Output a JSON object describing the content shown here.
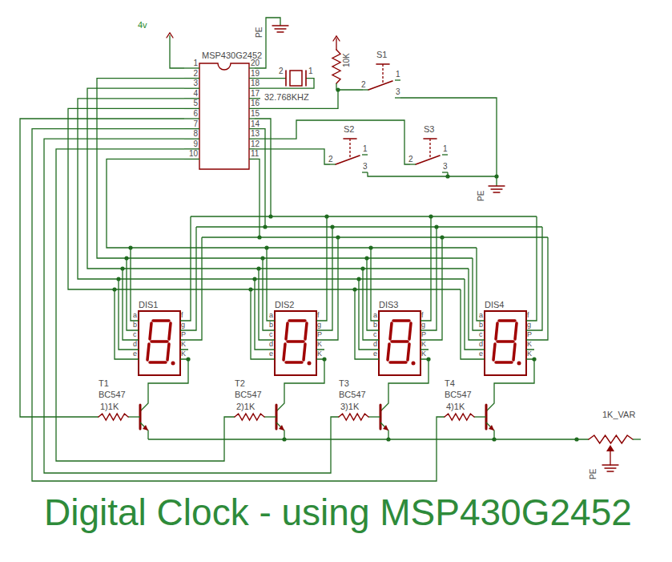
{
  "diagram": {
    "title": "Digital Clock - using MSP430G2452",
    "labels": [
      "4v",
      "PE",
      "MSP430G2452",
      "1",
      "2",
      "3",
      "4",
      "5",
      "6",
      "7",
      "8",
      "9",
      "10",
      "11",
      "12",
      "13",
      "14",
      "15",
      "16",
      "17",
      "18",
      "19",
      "20",
      "2",
      "1",
      "32.768KHZ",
      "10K",
      "S1",
      "2",
      "1",
      "3",
      "S2",
      "2",
      "1",
      "3",
      "S3",
      "2",
      "1",
      "3",
      "PE",
      "DIS1",
      "a",
      "b",
      "c",
      "d",
      "e",
      "f",
      "g",
      "P",
      "K",
      "K",
      "DIS2",
      "a",
      "b",
      "c",
      "d",
      "e",
      "f",
      "g",
      "P",
      "K",
      "K",
      "DIS3",
      "a",
      "b",
      "c",
      "d",
      "e",
      "f",
      "g",
      "P",
      "K",
      "K",
      "DIS4",
      "a",
      "b",
      "c",
      "d",
      "e",
      "f",
      "g",
      "P",
      "K",
      "K",
      "T1",
      "BC547",
      "1)1K",
      "T2",
      "BC547",
      "2)1K",
      "T3",
      "BC547",
      "3)1K",
      "T4",
      "BC547",
      "4)1K",
      "1K_VAR",
      "PE"
    ]
  }
}
